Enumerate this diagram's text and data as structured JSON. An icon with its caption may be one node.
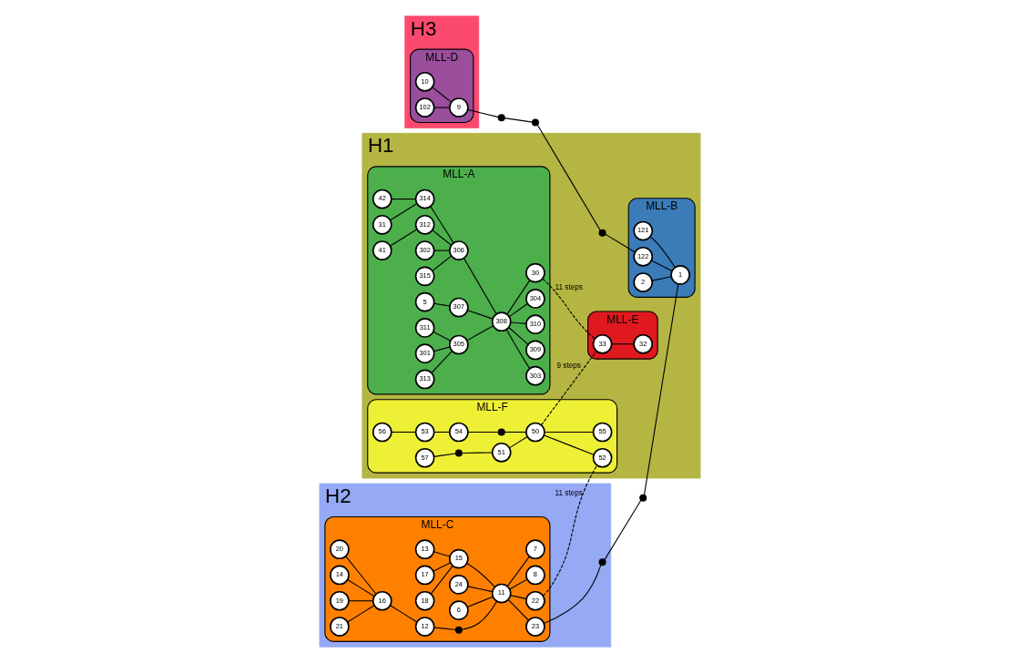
{
  "diagram": {
    "nodes": [
      {
        "text": [
          "H1"
        ]
      },
      {
        "text": [
          "MLL-A"
        ],
        "in": 0
      },
      {
        "text": [
          "42"
        ],
        "in": 1
      },
      {
        "text": [
          "31"
        ],
        "in": 1
      },
      {
        "text": [
          "41"
        ],
        "in": 1
      },
      {
        "text": [
          "314"
        ],
        "in": 1
      },
      {
        "text": [
          "302"
        ],
        "in": 1
      },
      {
        "text": [
          "315"
        ],
        "in": 1
      },
      {
        "text": [
          "312"
        ],
        "in": 1
      },
      {
        "text": [
          "306"
        ],
        "in": 1
      },
      {
        "text": [
          "5"
        ],
        "in": 1
      },
      {
        "text": [
          "307"
        ],
        "in": 1
      },
      {
        "text": [
          "311"
        ],
        "in": 1
      },
      {
        "text": [
          "305"
        ],
        "in": 1
      },
      {
        "text": [
          "308"
        ],
        "in": 1
      },
      {
        "text": [
          "303"
        ],
        "in": 1
      },
      {
        "text": [
          "301"
        ],
        "in": 1
      },
      {
        "text": [
          "309"
        ],
        "in": 1
      },
      {
        "text": [
          "313"
        ],
        "in": 1
      },
      {
        "text": [
          "310"
        ],
        "in": 1
      },
      {
        "text": [
          "304"
        ],
        "in": 1
      },
      {
        "text": [
          "30"
        ],
        "in": 1
      },
      {
        "text": [
          "MLL-F"
        ],
        "in": 0
      },
      {
        "text": [
          "56"
        ],
        "in": 22
      },
      {
        "text": [
          "57"
        ],
        "in": 22
      },
      {
        "text": [
          "53"
        ],
        "in": 22
      },
      {
        "text": [
          "54"
        ],
        "in": 22
      },
      {
        "text": [],
        "shape": "circle",
        "in": 22
      },
      {
        "text": [
          "51"
        ],
        "in": 22
      },
      {
        "text": [],
        "shape": "circle",
        "in": 22
      },
      {
        "text": [
          "50"
        ],
        "in": 22
      },
      {
        "text": [
          "52"
        ],
        "in": 22
      },
      {
        "text": [
          "55"
        ],
        "in": 22
      },
      {
        "text": [
          "MLL-E"
        ],
        "in": 0
      },
      {
        "text": [
          "33"
        ],
        "in": 33
      },
      {
        "text": [
          "32"
        ],
        "in": 33
      },
      {
        "text": [
          "H2"
        ]
      },
      {
        "text": [
          "MLL-C"
        ],
        "in": 36
      },
      {
        "text": [
          "20"
        ],
        "in": 37
      },
      {
        "text": [
          "17"
        ],
        "in": 37
      },
      {
        "text": [
          "18"
        ],
        "in": 37
      },
      {
        "text": [
          "14"
        ],
        "in": 37
      },
      {
        "text": [
          "13"
        ],
        "in": 37
      },
      {
        "text": [
          "19"
        ],
        "in": 37
      },
      {
        "text": [
          "16"
        ],
        "in": 37
      },
      {
        "text": [
          "15"
        ],
        "in": 37
      },
      {
        "text": [
          "24"
        ],
        "in": 37
      },
      {
        "text": [
          "6"
        ],
        "in": 37
      },
      {
        "text": [
          "12"
        ],
        "in": 37
      },
      {
        "text": [],
        "shape": "circle",
        "in": 37
      },
      {
        "text": [
          "11"
        ],
        "in": 37
      },
      {
        "text": [
          "22"
        ],
        "in": 37
      },
      {
        "text": [
          "21"
        ],
        "in": 37
      },
      {
        "text": [
          "23"
        ],
        "in": 37
      },
      {
        "text": [
          "8"
        ],
        "in": 37
      },
      {
        "text": [
          "7"
        ],
        "in": 37
      },
      {
        "text": [],
        "shape": "circle",
        "in": 36
      },
      {
        "text": [],
        "shape": "circle"
      },
      {
        "text": [
          "H3"
        ]
      },
      {
        "text": [
          "MLL-D"
        ],
        "in": 58
      },
      {
        "text": [
          "10"
        ],
        "in": 59
      },
      {
        "text": [
          "9"
        ],
        "in": 59
      },
      {
        "text": [
          "102"
        ],
        "in": 59
      },
      {
        "text": [],
        "shape": "circle"
      },
      {
        "text": [],
        "shape": "circle"
      },
      {
        "text": [],
        "shape": "circle",
        "in": 0
      },
      {
        "text": [
          "MLL-B"
        ],
        "in": 0
      },
      {
        "text": [
          "121"
        ],
        "in": 66
      },
      {
        "text": [
          "1"
        ],
        "in": 66
      },
      {
        "text": [
          "122"
        ],
        "in": 66
      },
      {
        "text": [
          "2"
        ],
        "in": 66
      }
    ],
    "edges": [
      {
        "from": 2,
        "to": 5,
        "arrow": "none"
      },
      {
        "from": 3,
        "to": 5,
        "arrow": "none"
      },
      {
        "from": 5,
        "to": 9,
        "arrow": "none"
      },
      {
        "from": 6,
        "to": 9,
        "arrow": "none"
      },
      {
        "from": 7,
        "to": 9,
        "arrow": "none"
      },
      {
        "from": 8,
        "to": 9,
        "arrow": "none"
      },
      {
        "from": 4,
        "to": 8,
        "arrow": "none"
      },
      {
        "from": 9,
        "to": 14,
        "arrow": "none"
      },
      {
        "from": 10,
        "to": 11,
        "arrow": "none"
      },
      {
        "from": 11,
        "to": 14,
        "arrow": "none"
      },
      {
        "from": 12,
        "to": 13,
        "arrow": "none"
      },
      {
        "from": 16,
        "to": 13,
        "arrow": "none"
      },
      {
        "from": 18,
        "to": 13,
        "arrow": "none"
      },
      {
        "from": 13,
        "to": 14,
        "arrow": "none"
      },
      {
        "from": 14,
        "to": 15,
        "arrow": "none"
      },
      {
        "from": 14,
        "to": 17,
        "arrow": "none"
      },
      {
        "from": 14,
        "to": 19,
        "arrow": "none"
      },
      {
        "from": 14,
        "to": 20,
        "arrow": "none"
      },
      {
        "from": 14,
        "to": 21,
        "arrow": "none"
      },
      {
        "from": 21,
        "to": 34,
        "arrow": "none",
        "label": "11 steps",
        "style": "dashed"
      },
      {
        "from": 23,
        "to": 25,
        "arrow": "none"
      },
      {
        "from": 25,
        "to": 26,
        "arrow": "none"
      },
      {
        "from": 26,
        "to": 29,
        "arrow": "none"
      },
      {
        "from": 29,
        "to": 30,
        "arrow": "none"
      },
      {
        "from": 24,
        "to": 27,
        "arrow": "none"
      },
      {
        "from": 27,
        "to": 28,
        "arrow": "none"
      },
      {
        "from": 28,
        "to": 30,
        "arrow": "none"
      },
      {
        "from": 30,
        "to": 31,
        "arrow": "none"
      },
      {
        "from": 30,
        "to": 32,
        "arrow": "none"
      },
      {
        "from": 30,
        "to": 34,
        "arrow": "none",
        "label": "9 steps",
        "style": "dashed"
      },
      {
        "from": 51,
        "to": 31,
        "arrow": "none",
        "label": "11 steps",
        "style": "dashed"
      },
      {
        "from": 34,
        "to": 35,
        "arrow": "none"
      },
      {
        "from": 38,
        "to": 44,
        "arrow": "none"
      },
      {
        "from": 41,
        "to": 44,
        "arrow": "none"
      },
      {
        "from": 43,
        "to": 44,
        "arrow": "none"
      },
      {
        "from": 52,
        "to": 44,
        "arrow": "none"
      },
      {
        "from": 44,
        "to": 48,
        "arrow": "none"
      },
      {
        "from": 48,
        "to": 49,
        "arrow": "none"
      },
      {
        "from": 49,
        "to": 50,
        "arrow": "none"
      },
      {
        "from": 42,
        "to": 45,
        "arrow": "none"
      },
      {
        "from": 39,
        "to": 45,
        "arrow": "none"
      },
      {
        "from": 40,
        "to": 45,
        "arrow": "none"
      },
      {
        "from": 45,
        "to": 50,
        "arrow": "none"
      },
      {
        "from": 46,
        "to": 50,
        "arrow": "none"
      },
      {
        "from": 47,
        "to": 50,
        "arrow": "none"
      },
      {
        "from": 50,
        "to": 51,
        "arrow": "none"
      },
      {
        "from": 50,
        "to": 53,
        "arrow": "none"
      },
      {
        "from": 50,
        "to": 54,
        "arrow": "none"
      },
      {
        "from": 50,
        "to": 55,
        "arrow": "none"
      },
      {
        "from": 53,
        "to": 56,
        "arrow": "none"
      },
      {
        "from": 56,
        "to": 57,
        "arrow": "none"
      },
      {
        "from": 57,
        "to": 68,
        "arrow": "none"
      },
      {
        "from": 60,
        "to": 61,
        "arrow": "none"
      },
      {
        "from": 62,
        "to": 61,
        "arrow": "none"
      },
      {
        "from": 61,
        "to": 63,
        "arrow": "none"
      },
      {
        "from": 63,
        "to": 64,
        "arrow": "none"
      },
      {
        "from": 64,
        "to": 65,
        "arrow": "none"
      },
      {
        "from": 65,
        "to": 69,
        "arrow": "none"
      },
      {
        "from": 67,
        "to": 68,
        "arrow": "none"
      },
      {
        "from": 69,
        "to": 68,
        "arrow": "none"
      },
      {
        "from": 70,
        "to": 68,
        "arrow": "none"
      }
    ]
  }
}
